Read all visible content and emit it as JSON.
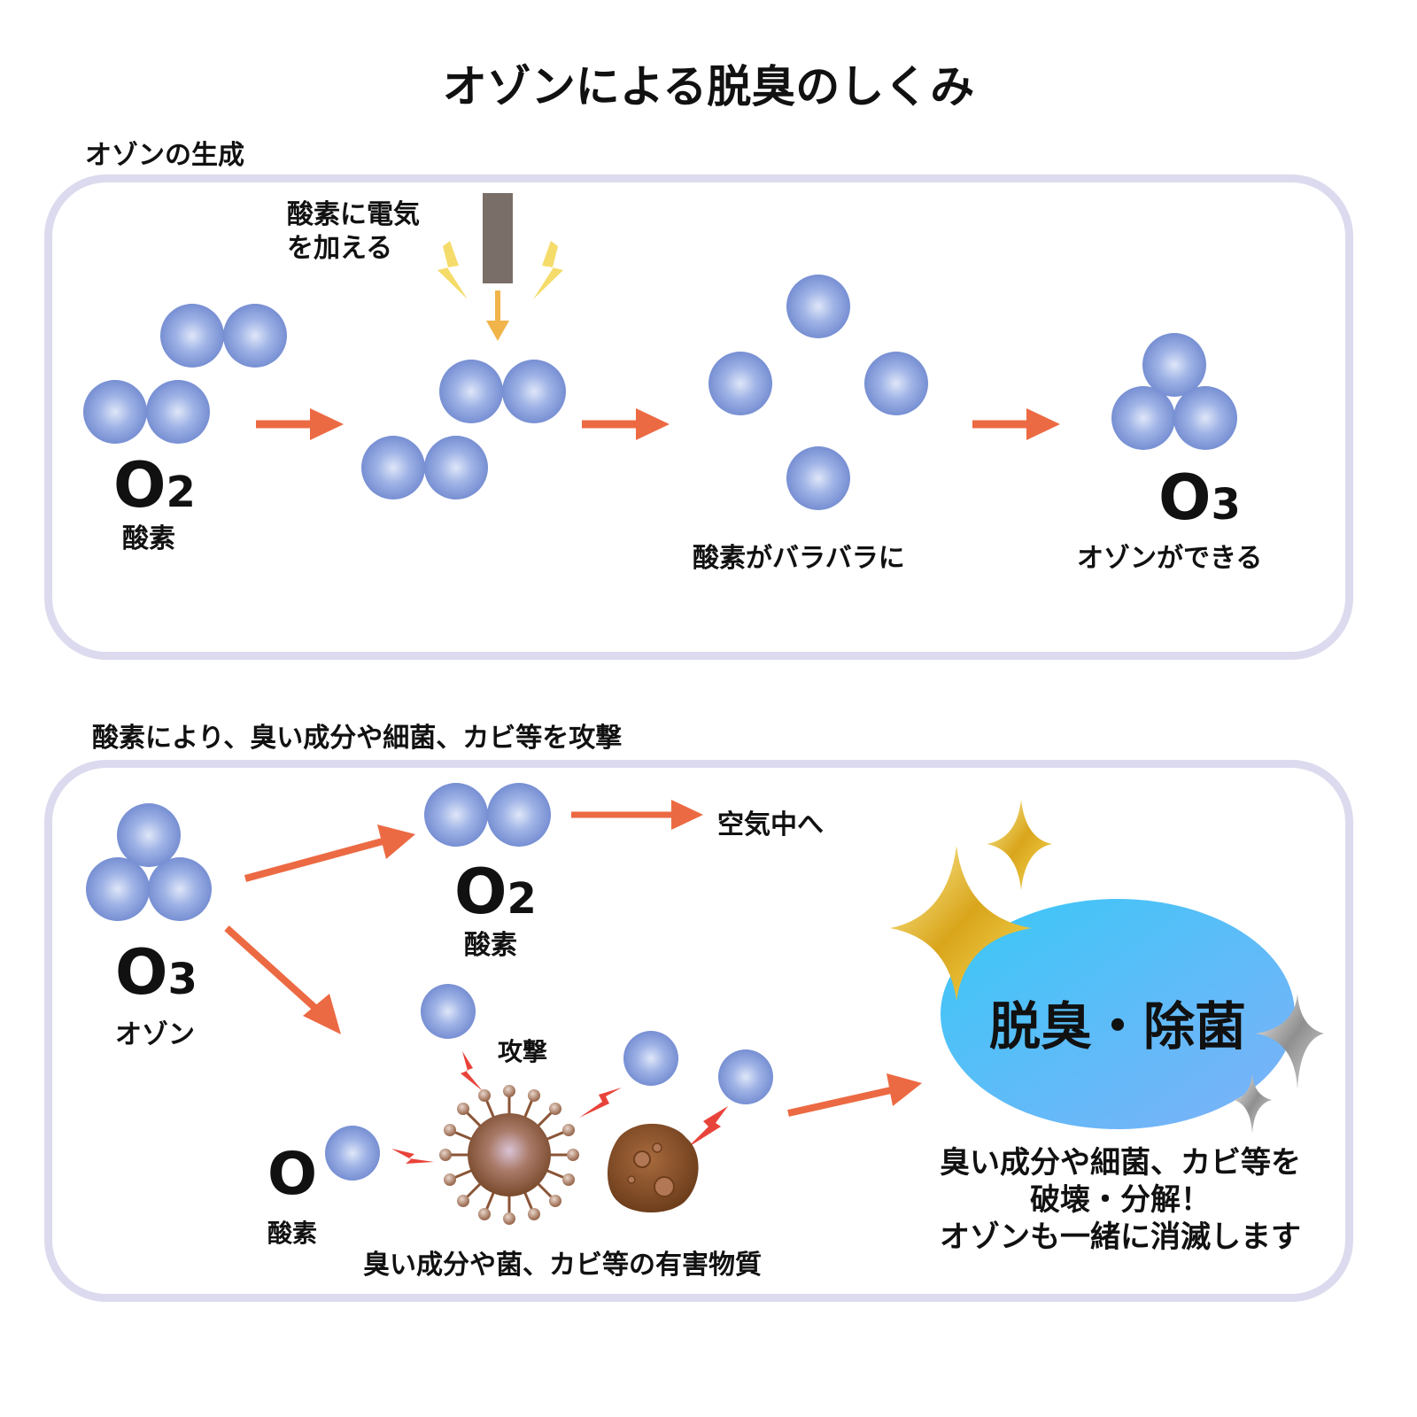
{
  "title": "オゾンによる脱臭のしくみ",
  "generation": {
    "heading": "オゾンの生成",
    "electricity_line1": "酸素に電気",
    "electricity_line2": "を加える",
    "o2_symbol": "O",
    "o2_sub": "2",
    "o2_label": "酸素",
    "scatter_label": "酸素がバラバラに",
    "o3_symbol": "O",
    "o3_sub": "3",
    "o3_label": "オゾンができる"
  },
  "attack": {
    "heading": "酸素により、臭い成分や細菌、カビ等を攻撃",
    "o3_symbol": "O",
    "o3_sub": "3",
    "o3_label": "オゾン",
    "o2_symbol": "O",
    "o2_sub": "2",
    "o2_label": "酸素",
    "to_air": "空気中へ",
    "attack_label": "攻撃",
    "o_symbol": "O",
    "o_label": "酸素",
    "harmful_label": "臭い成分や菌、カビ等の有害物質",
    "result_label": "脱臭・除菌",
    "summary_line1": "臭い成分や細菌、カビ等を",
    "summary_line2": "破壊・分解！",
    "summary_line3": "オゾンも一緒に消滅します"
  },
  "colors": {
    "molecule": "#7f97d6",
    "arrow": "#ec6a43",
    "panel_border": "#dcdaee",
    "lightning_yellow": "#f5dc6a",
    "lightning_red": "#e8433a",
    "electrode": "#7a6f68",
    "germ": "#8a5536",
    "result_blob": "#4cc3f5",
    "sparkle_gold": "#e0b420",
    "sparkle_silver": "#b0b0b0"
  }
}
